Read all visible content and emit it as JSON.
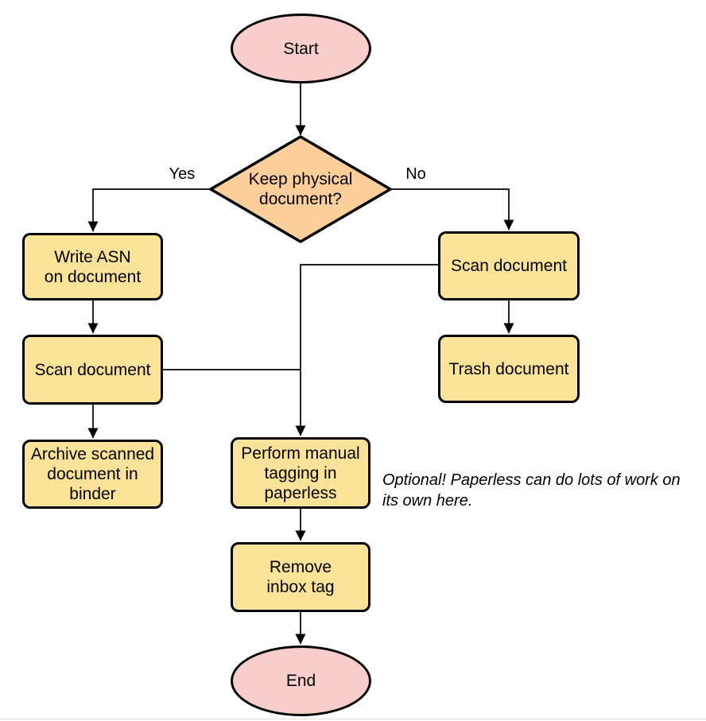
{
  "diagram": {
    "type": "flowchart",
    "nodes": {
      "start": {
        "label": "Start",
        "shape": "ellipse",
        "fill": "#f8cecc"
      },
      "decision": {
        "label": "Keep physical\ndocument?",
        "shape": "diamond",
        "fill": "#fcce9c"
      },
      "write_asn": {
        "label": "Write ASN\non document",
        "shape": "rect",
        "fill": "#fbe299"
      },
      "scan_left": {
        "label": "Scan document",
        "shape": "rect",
        "fill": "#fbe299"
      },
      "archive": {
        "label": "Archive scanned\ndocument in\nbinder",
        "shape": "rect",
        "fill": "#fbe299"
      },
      "scan_right": {
        "label": "Scan document",
        "shape": "rect",
        "fill": "#fbe299"
      },
      "trash": {
        "label": "Trash document",
        "shape": "rect",
        "fill": "#fbe299"
      },
      "tagging": {
        "label": "Perform manual\ntagging in\npaperless",
        "shape": "rect",
        "fill": "#fbe299"
      },
      "remove_inbox": {
        "label": "Remove\ninbox tag",
        "shape": "rect",
        "fill": "#fbe299"
      },
      "end": {
        "label": "End",
        "shape": "ellipse",
        "fill": "#f8cecc"
      }
    },
    "edge_labels": {
      "yes": "Yes",
      "no": "No"
    },
    "annotation": "Optional! Paperless can do lots of work on\nits own here.",
    "colors": {
      "stroke": "#000000",
      "process_fill": "#fbe299",
      "decision_fill": "#fcce9c",
      "terminal_fill": "#f8cecc"
    }
  }
}
